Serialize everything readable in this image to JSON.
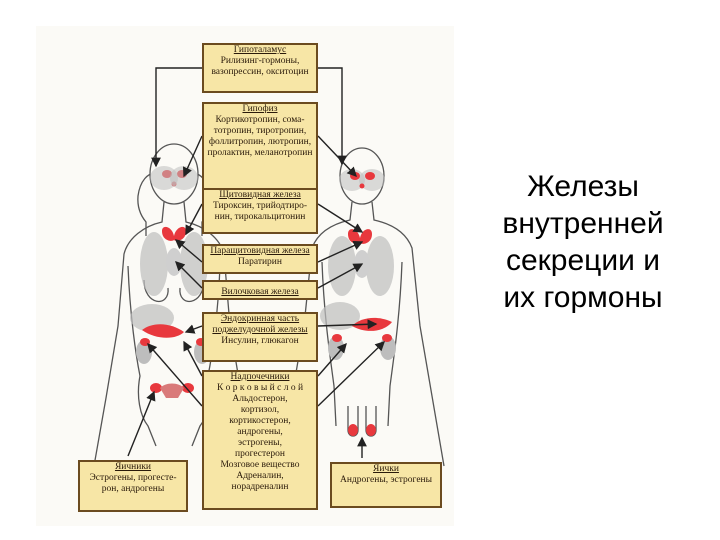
{
  "slide": {
    "title_lines": [
      "Железы",
      "внутренней",
      "секреции и",
      "их гормоны"
    ]
  },
  "colors": {
    "box_fill": "#f7e6a6",
    "box_border": "#6b4b1f",
    "organ_highlight": "#e8383d",
    "body_outline": "#555555",
    "organ_gray": "#bdbdbd"
  },
  "diagram": {
    "boxes": {
      "hypothalamus": {
        "title": "Гипоталамус",
        "body": "Рилизинг-гормоны,\nвазопрессин, окситоцин"
      },
      "pituitary": {
        "title": "Гипофиз",
        "body": "Кортикотропин, сома-\nтотропин, тиротропин,\nфоллитропин, лютропин,\nпролактин, меланотропин"
      },
      "thyroid": {
        "title": "Щитовидная железа",
        "body": "Тироксин, трийодтиро-\nнин, тирокальцитонин"
      },
      "parathyroid": {
        "title": "Паращитовидная железа",
        "body": "Паратирин"
      },
      "thymus": {
        "title": "Вилочковая железа",
        "body": ""
      },
      "pancreas": {
        "title": "Эндокринная часть\nподжелудочной железы",
        "body": "Инсулин, глюкагон"
      },
      "adrenal": {
        "title": "Надпочечники",
        "body": "К о р к о в ы й   с л о й\nАльдостерон,\nкортизол,\nкортикостерон,\nандрогены,\nэстрогены,\nпрогестерон\nМозговое вещество\nАдреналин,\nнорадреналин"
      },
      "ovaries": {
        "title": "Яичники",
        "body": "Эстрогены, прогесте-\nрон, андрогены"
      },
      "testes": {
        "title": "Яички",
        "body": "Андрогены, эстрогены"
      }
    }
  }
}
